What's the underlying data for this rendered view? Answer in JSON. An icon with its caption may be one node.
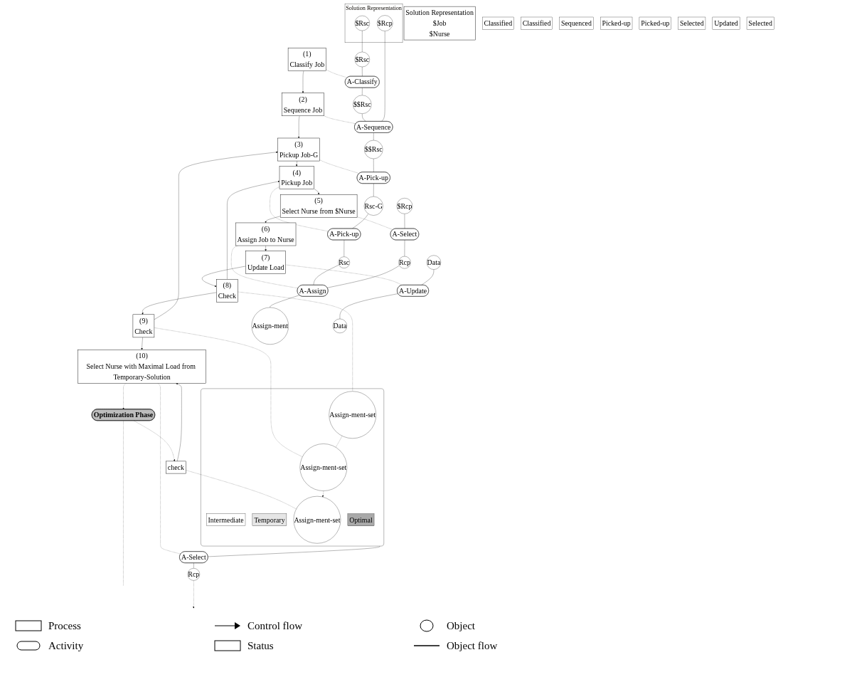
{
  "diagram": {
    "nodes": [
      {
        "text": [
          "Solution Representation",
          "$Job",
          "$Nurse"
        ]
      },
      {
        "text": [
          "Solution Representation"
        ]
      },
      {
        "text": [
          "$Rsc"
        ],
        "in": 1
      },
      {
        "text": [
          "$Rcp"
        ],
        "in": 1
      },
      {
        "text": [
          "(1)",
          "Classify Job"
        ]
      },
      {
        "text": [
          "(2)",
          "Sequence Job"
        ]
      },
      {
        "text": [
          "(3)",
          "Pickup Job-G"
        ]
      },
      {
        "text": [
          "(4)",
          "Pickup Job"
        ]
      },
      {
        "text": [
          "(5)",
          "Select Nurse from $Nurse"
        ]
      },
      {
        "text": [
          "(6)",
          "Assign Job to Nurse"
        ]
      },
      {
        "text": [
          "(7)",
          "Update Load"
        ]
      },
      {
        "text": [
          "(8)",
          "Check"
        ]
      },
      {
        "text": [
          "(9)",
          "Check"
        ]
      },
      {
        "text": [
          "(10)",
          "Select Nurse with Maximal Load from Temporary-Solution"
        ]
      },
      {
        "text": [
          "Optimization Phase"
        ]
      },
      {
        "text": [
          "check"
        ]
      },
      {
        "text": [
          "$Rsc"
        ]
      },
      {
        "text": [
          "A-Classify"
        ]
      },
      {
        "text": [
          "$$Rsc"
        ]
      },
      {
        "text": [
          "Classified"
        ]
      },
      {
        "text": [
          "A-Sequence"
        ]
      },
      {
        "text": [
          "$$Rsc"
        ]
      },
      {
        "text": [
          "Classified"
        ]
      },
      {
        "text": [
          "Sequenced"
        ]
      },
      {
        "text": [
          "A-Pick-up"
        ]
      },
      {
        "text": [
          "Rsc-G"
        ]
      },
      {
        "text": [
          "Picked-up"
        ]
      },
      {
        "text": [
          "A-Pick-up"
        ]
      },
      {
        "text": [
          "Rsc"
        ]
      },
      {
        "text": [
          "Picked-up"
        ]
      },
      {
        "text": [
          "$Rcp"
        ]
      },
      {
        "text": [
          "A-Select"
        ]
      },
      {
        "text": [
          "Rcp"
        ]
      },
      {
        "text": [
          "Selected"
        ]
      },
      {
        "text": [
          "A-Assign"
        ]
      },
      {
        "text": [
          "Assign-ment"
        ]
      },
      {
        "text": [
          "Data"
        ]
      },
      {
        "text": [
          "A-Update"
        ]
      },
      {
        "text": [
          "Data"
        ]
      },
      {
        "text": [
          "Updated"
        ]
      },
      {
        "text": [],
        "shape": "box"
      },
      {
        "text": [
          "Assign-ment-set"
        ],
        "in": 40
      },
      {
        "text": [
          "Intermediate"
        ],
        "in": 40
      },
      {
        "text": [
          "Assign-ment-set"
        ],
        "in": 40
      },
      {
        "text": [
          "Temporary"
        ],
        "in": 40
      },
      {
        "text": [
          "Assign-ment-set"
        ],
        "in": 40
      },
      {
        "text": [
          "Optimal"
        ],
        "in": 40
      },
      {
        "text": [
          "A-Select"
        ]
      },
      {
        "text": [
          "Rcp"
        ]
      },
      {
        "text": [
          "Selected"
        ]
      }
    ],
    "edges": [
      {
        "from": 4,
        "to": 5,
        "arrow": "to"
      },
      {
        "from": 5,
        "to": 6,
        "arrow": "to"
      },
      {
        "from": 6,
        "to": 7,
        "arrow": "to"
      },
      {
        "from": 7,
        "to": 8,
        "arrow": "to"
      },
      {
        "from": 8,
        "to": 9,
        "arrow": "to"
      },
      {
        "from": 9,
        "to": 10,
        "arrow": "to"
      },
      {
        "from": 10,
        "to": 11,
        "arrow": "to"
      },
      {
        "from": 11,
        "to": 12,
        "arrow": "to"
      },
      {
        "from": 12,
        "to": 13,
        "arrow": "to"
      },
      {
        "from": 13,
        "to": 14,
        "arrow": "to",
        "style": "dashed"
      },
      {
        "from": 14,
        "to": 15,
        "arrow": "to",
        "style": "dashed"
      },
      {
        "from": 11,
        "to": 7,
        "arrow": "to"
      },
      {
        "from": 12,
        "to": 6,
        "arrow": "to"
      },
      {
        "from": 15,
        "to": 13,
        "arrow": "to"
      },
      {
        "from": 4,
        "to": 17,
        "arrow": "none",
        "style": "dashed"
      },
      {
        "from": 5,
        "to": 20,
        "arrow": "none",
        "style": "dashed"
      },
      {
        "from": 6,
        "to": 24,
        "arrow": "none",
        "style": "dashed"
      },
      {
        "from": 7,
        "to": 27,
        "arrow": "none",
        "style": "dashed"
      },
      {
        "from": 8,
        "to": 31,
        "arrow": "none",
        "style": "dashed"
      },
      {
        "from": 9,
        "to": 34,
        "arrow": "none",
        "style": "dashed"
      },
      {
        "from": 10,
        "to": 37,
        "arrow": "none",
        "style": "dashed"
      },
      {
        "from": 11,
        "to": 41,
        "arrow": "none",
        "style": "dashed"
      },
      {
        "from": 12,
        "to": 43,
        "arrow": "none",
        "style": "dashed"
      },
      {
        "from": 13,
        "to": 47,
        "arrow": "none",
        "style": "dashed"
      },
      {
        "from": 14,
        "to": null,
        "arrow": "none",
        "style": "dashed"
      },
      {
        "from": 15,
        "to": 45,
        "arrow": "none",
        "style": "dashed"
      },
      {
        "from": 2,
        "to": 16,
        "arrow": "none"
      },
      {
        "from": 16,
        "to": 17,
        "arrow": "none"
      },
      {
        "from": 17,
        "to": 18,
        "arrow": "none"
      },
      {
        "from": 18,
        "to": 20,
        "arrow": "none"
      },
      {
        "from": 3,
        "to": 20,
        "arrow": "none"
      },
      {
        "from": 20,
        "to": 21,
        "arrow": "none"
      },
      {
        "from": 21,
        "to": 24,
        "arrow": "none"
      },
      {
        "from": 24,
        "to": 25,
        "arrow": "none"
      },
      {
        "from": 25,
        "to": 27,
        "arrow": "none"
      },
      {
        "from": 27,
        "to": 28,
        "arrow": "none"
      },
      {
        "from": 30,
        "to": 31,
        "arrow": "none"
      },
      {
        "from": 31,
        "to": 32,
        "arrow": "none"
      },
      {
        "from": 28,
        "to": 34,
        "arrow": "none"
      },
      {
        "from": 32,
        "to": 34,
        "arrow": "none"
      },
      {
        "from": 34,
        "to": 35,
        "arrow": "none"
      },
      {
        "from": 36,
        "to": 37,
        "arrow": "none"
      },
      {
        "from": 37,
        "to": 38,
        "arrow": "none"
      },
      {
        "from": 41,
        "to": 43,
        "arrow": "none",
        "style": "dashed"
      },
      {
        "from": 43,
        "to": 45,
        "arrow": "to",
        "style": "dashed"
      },
      {
        "from": 40,
        "to": 47,
        "arrow": "none"
      },
      {
        "from": 47,
        "to": 48,
        "arrow": "none"
      },
      {
        "from": 48,
        "to": null,
        "arrow": "to",
        "style": "dashed"
      }
    ],
    "legend": [
      {
        "text": "Process"
      },
      {
        "text": "Control flow"
      },
      {
        "text": "Object"
      },
      {
        "text": "Activity"
      },
      {
        "text": "Status"
      },
      {
        "text": "Object flow"
      }
    ]
  }
}
